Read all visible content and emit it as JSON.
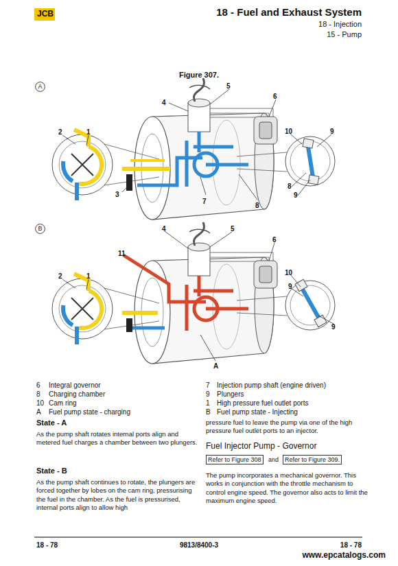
{
  "diagram": {
    "title": "18 - Fuel and Exhaust System",
    "caption": "Figure 307.",
    "nodes": [
      {
        "text": [
          "A"
        ]
      },
      {
        "text": [
          "B"
        ]
      },
      {
        "text": [
          "Refer to Figure 308"
        ]
      },
      {
        "text": [
          "Refer to Figure 309."
        ]
      }
    ],
    "labels": [
      "JCB",
      "18 - Injection",
      "15 - Pump",
      "5",
      "4",
      "6",
      "10",
      "9",
      "2",
      "1",
      "3",
      "7",
      "8",
      "8",
      "9",
      "4",
      "5",
      "6",
      "11",
      "2",
      "1",
      "10",
      "9",
      "9",
      "A",
      "6",
      "Integral governor",
      "7",
      "Injection pump shaft (engine driven)",
      "8",
      "Charging chamber",
      "9",
      "Plungers",
      "10",
      "Cam ring",
      "1",
      "High pressure fuel outlet ports",
      "A",
      "Fuel pump state - charging",
      "B",
      "Fuel pump state - Injecting",
      "State - A",
      "As the pump shaft rotates internal ports align and metered fuel charges a chamber between two plungers.",
      "State - B",
      "As the pump shaft continues to rotate, the plungers are forced together by lobes on the cam ring, pressurising the fuel in the chamber. As the fuel is pressurised, internal ports align to allow high",
      "pressure fuel to leave the pump via one of the high pressure fuel outlet ports to an injector.",
      "Fuel Injector Pump - Governor",
      "and",
      "The pump incorporates a mechanical governor. This works in conjunction with the throttle mechanism to control engine speed. The governor also acts to limit the maximum engine speed.",
      "18 - 78",
      "9813/8400-3",
      "18 - 78",
      "www.epcatalogs.com"
    ]
  }
}
